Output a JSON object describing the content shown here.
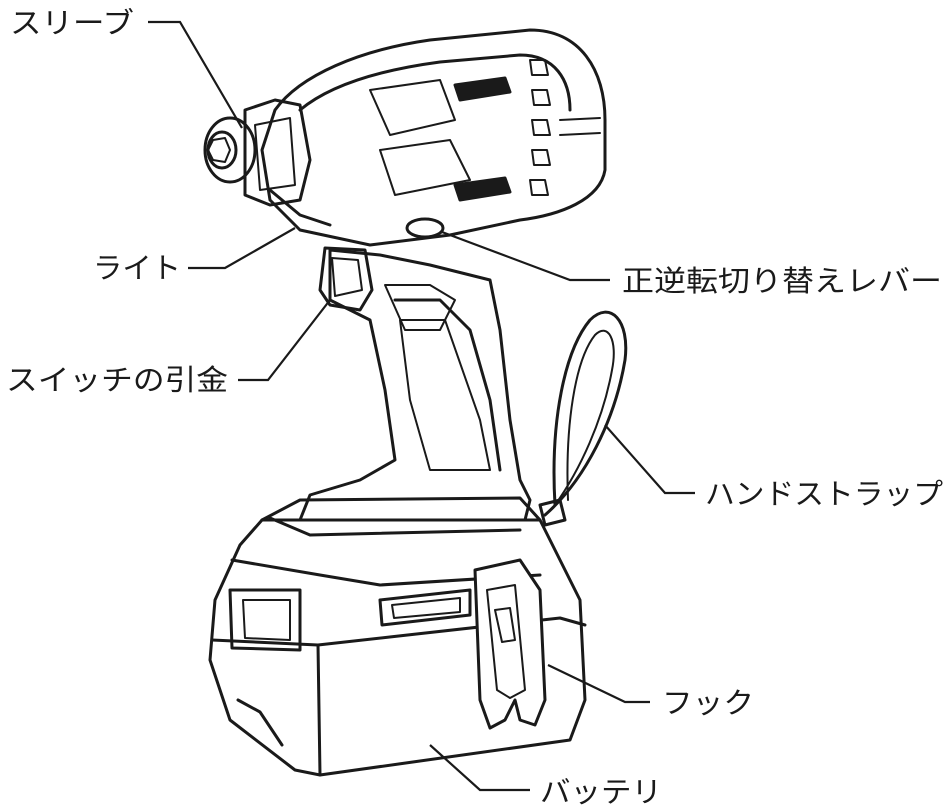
{
  "labels": {
    "sleeve": "スリーブ",
    "light": "ライト",
    "trigger": "スイッチの引金",
    "reverse_lever": "正逆転切り替えレバー",
    "hand_strap": "ハンドストラップ",
    "hook": "フック",
    "battery": "バッテリ"
  },
  "colors": {
    "line": "#1a1a1a",
    "background": "#ffffff"
  }
}
